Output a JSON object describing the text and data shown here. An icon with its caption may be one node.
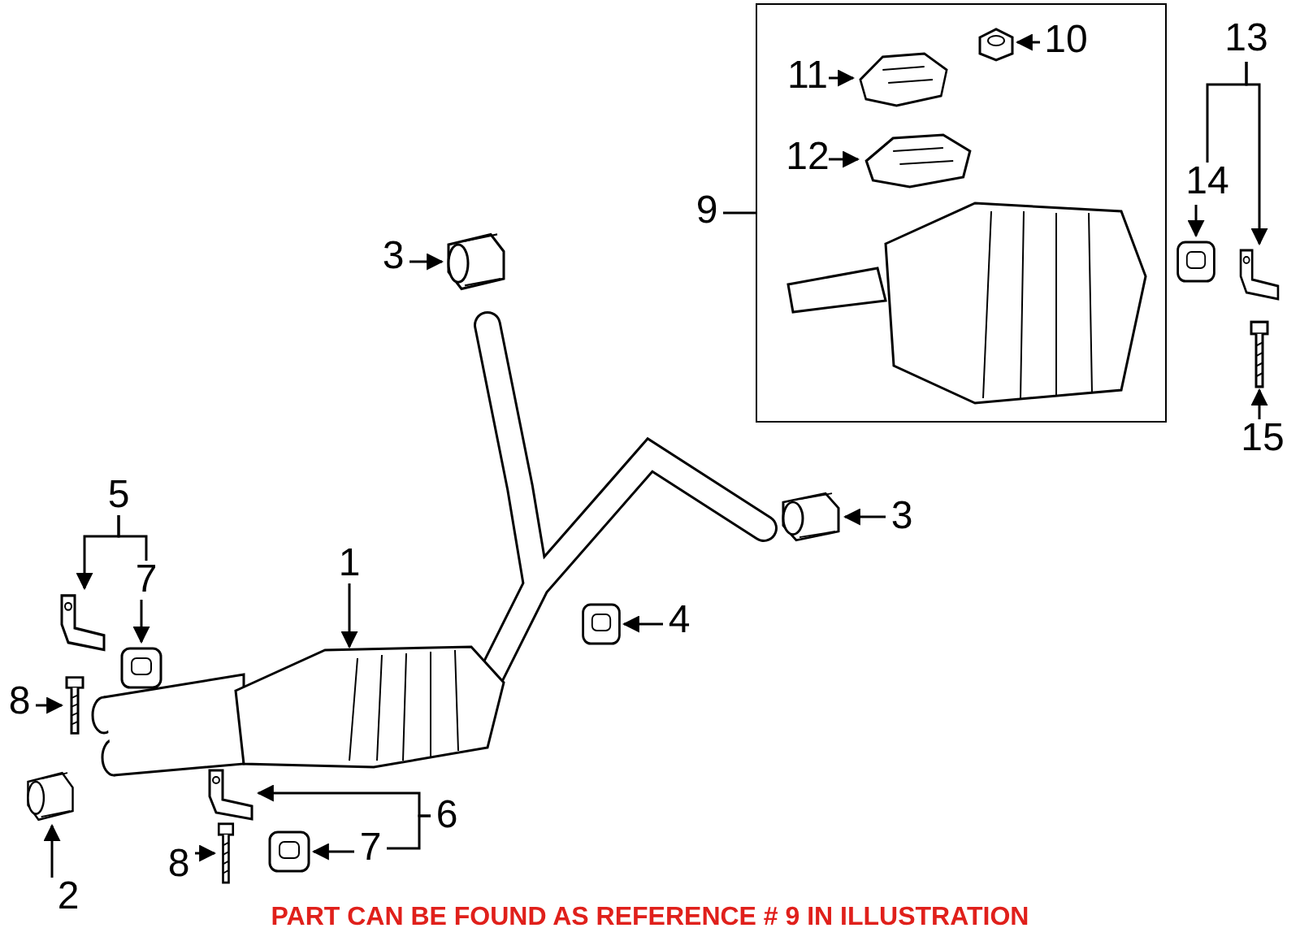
{
  "diagram": {
    "nodes": [
      {
        "text": [
          "1"
        ]
      },
      {
        "text": [
          "2"
        ]
      },
      {
        "text": [],
        "shape": "picture"
      },
      {
        "text": [
          "3"
        ]
      },
      {
        "text": [],
        "shape": "picture"
      },
      {
        "text": [
          "3"
        ]
      },
      {
        "text": [],
        "shape": "picture"
      },
      {
        "text": [
          "4"
        ]
      },
      {
        "text": [],
        "shape": "picture"
      },
      {
        "text": [
          "5"
        ]
      },
      {
        "text": [],
        "shape": "picture"
      },
      {
        "text": [
          "7"
        ]
      },
      {
        "text": [],
        "shape": "picture"
      },
      {
        "text": [
          "8"
        ]
      },
      {
        "text": [],
        "shape": "picture"
      },
      {
        "text": [
          "6"
        ]
      },
      {
        "text": [],
        "shape": "picture"
      },
      {
        "text": [
          "7"
        ]
      },
      {
        "text": [],
        "shape": "picture"
      },
      {
        "text": [
          "8"
        ]
      },
      {
        "text": [],
        "shape": "picture"
      },
      {
        "text": [
          "9"
        ]
      },
      {
        "text": [],
        "shape": "box"
      },
      {
        "text": [
          "10"
        ],
        "in": 22
      },
      {
        "text": [],
        "shape": "picture",
        "in": 22
      },
      {
        "text": [
          "11"
        ],
        "in": 22
      },
      {
        "text": [],
        "shape": "picture",
        "in": 22
      },
      {
        "text": [
          "12"
        ],
        "in": 22
      },
      {
        "text": [],
        "shape": "picture",
        "in": 22
      },
      {
        "text": [
          "13"
        ]
      },
      {
        "text": [
          "14"
        ]
      },
      {
        "text": [],
        "shape": "picture"
      },
      {
        "text": [],
        "shape": "picture"
      },
      {
        "text": [
          "15"
        ]
      },
      {
        "text": [],
        "shape": "picture"
      }
    ],
    "edges": [
      {
        "from": 0,
        "to": null,
        "arrow": "to"
      },
      {
        "from": 1,
        "to": 2,
        "arrow": "to"
      },
      {
        "from": 3,
        "to": 4,
        "arrow": "to"
      },
      {
        "from": 5,
        "to": 6,
        "arrow": "to"
      },
      {
        "from": 7,
        "to": 8,
        "arrow": "to"
      },
      {
        "from": 9,
        "to": 10,
        "arrow": "to"
      },
      {
        "from": 9,
        "to": 11,
        "arrow": "none"
      },
      {
        "from": 11,
        "to": 12,
        "arrow": "to"
      },
      {
        "from": 13,
        "to": 14,
        "arrow": "to"
      },
      {
        "from": 15,
        "to": 16,
        "arrow": "to"
      },
      {
        "from": 15,
        "to": 17,
        "arrow": "none"
      },
      {
        "from": 17,
        "to": 18,
        "arrow": "to"
      },
      {
        "from": 19,
        "to": 20,
        "arrow": "to"
      },
      {
        "from": 21,
        "to": 22,
        "arrow": "none"
      },
      {
        "from": 23,
        "to": 24,
        "arrow": "to"
      },
      {
        "from": 25,
        "to": 26,
        "arrow": "to"
      },
      {
        "from": 27,
        "to": 28,
        "arrow": "to"
      },
      {
        "from": 29,
        "to": 30,
        "arrow": "none"
      },
      {
        "from": 29,
        "to": 32,
        "arrow": "to"
      },
      {
        "from": 30,
        "to": 31,
        "arrow": "to"
      },
      {
        "from": 33,
        "to": 34,
        "arrow": "to"
      }
    ],
    "labels": [
      "PART CAN BE FOUND AS REFERENCE # 9 IN ILLUSTRATION"
    ]
  }
}
